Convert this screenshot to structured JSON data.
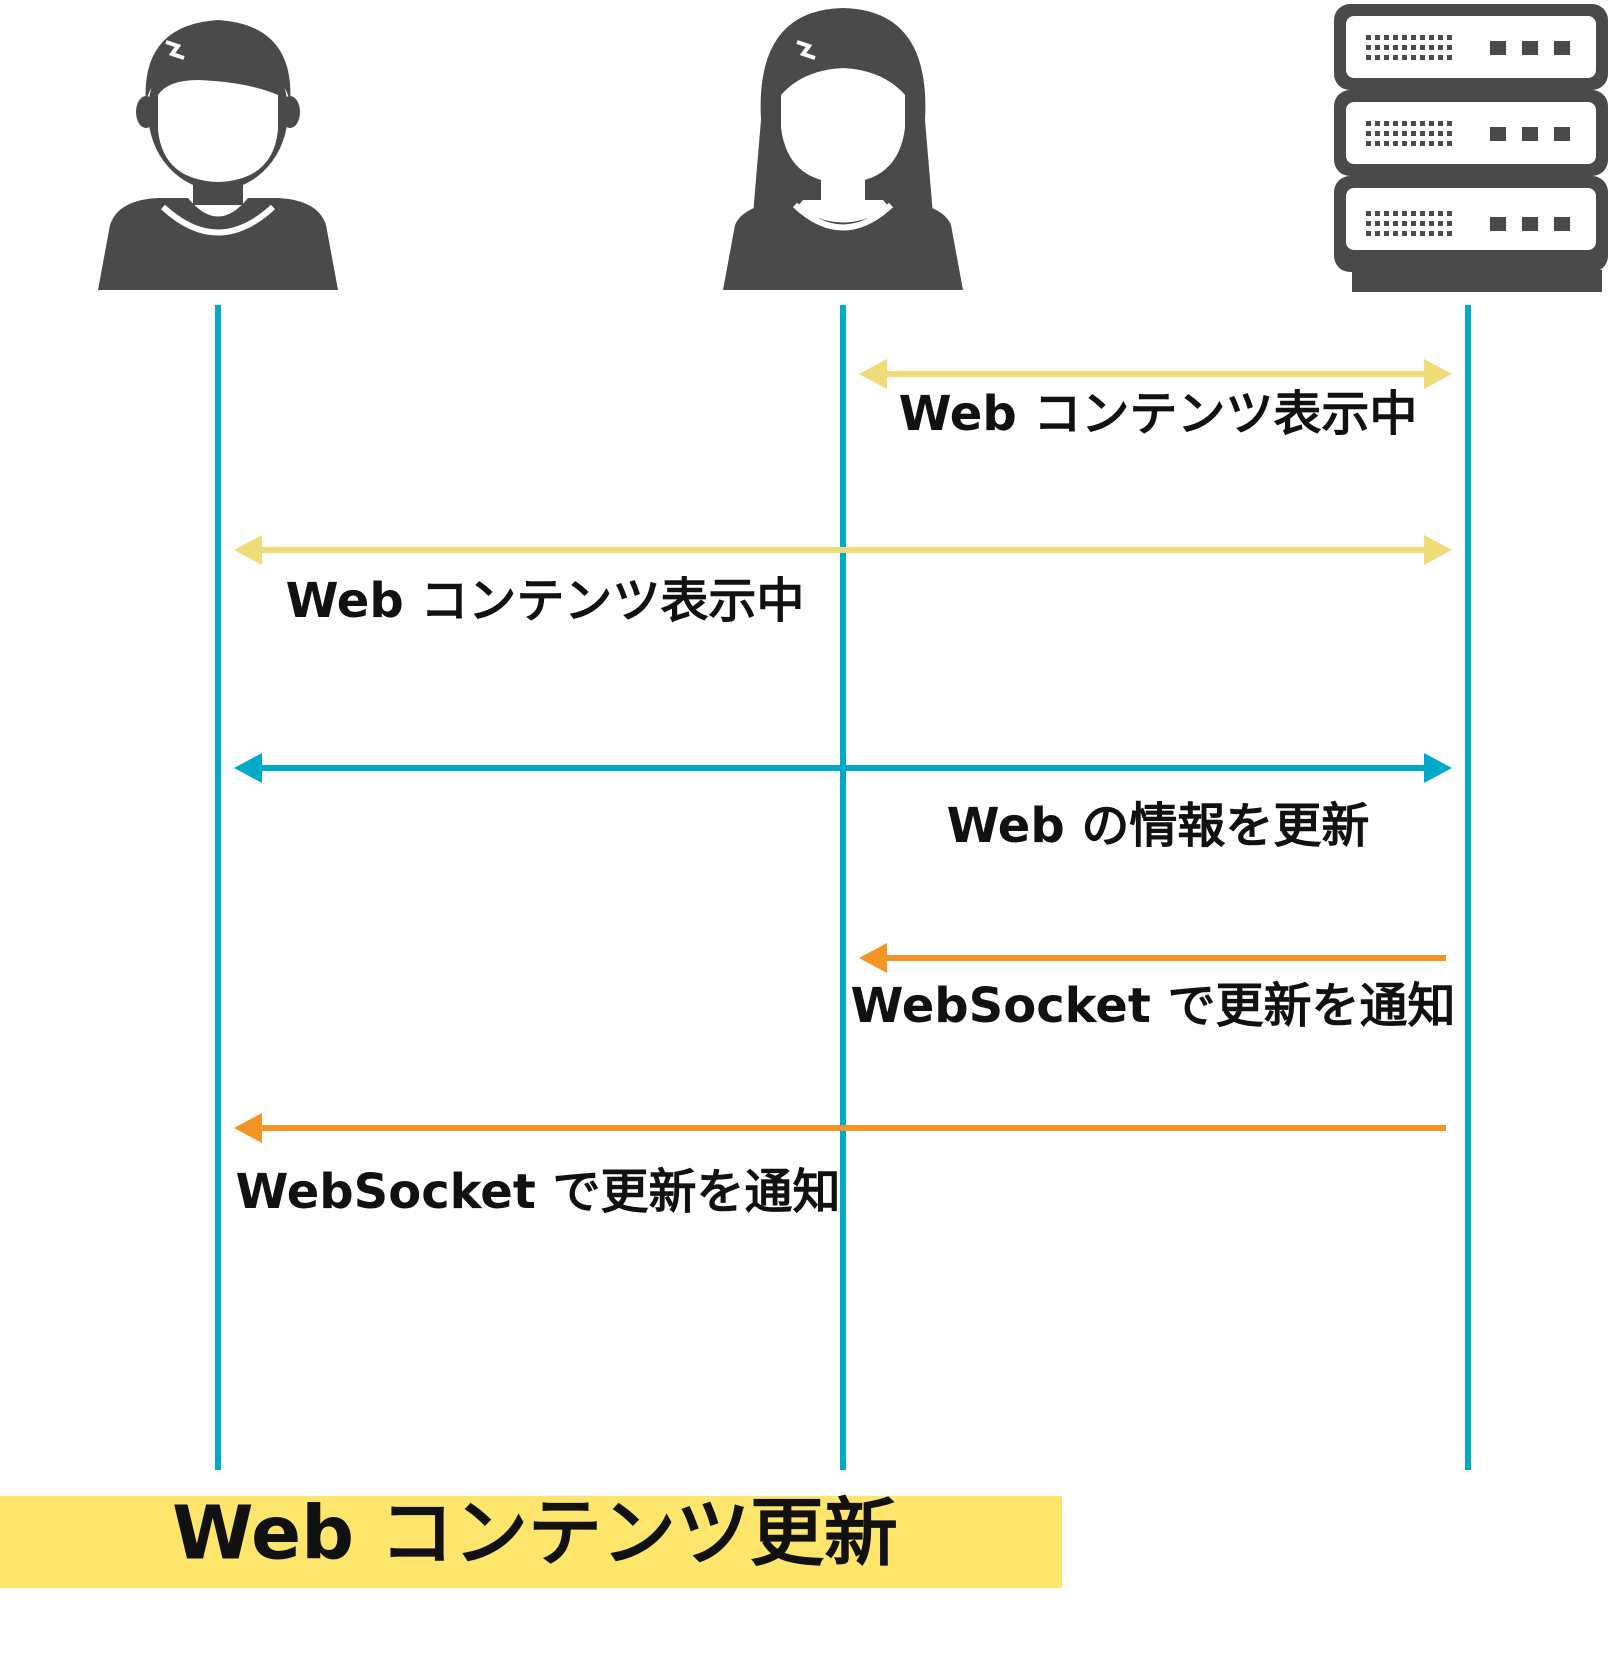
{
  "colors": {
    "lifeline": "#00aac8",
    "icon": "#4a4a4a",
    "yellow_arrow": "#eedc78",
    "blue_arrow": "#00aac8",
    "orange_arrow": "#f39526",
    "title_band": "#fee56c",
    "text": "#111111"
  },
  "actors": [
    {
      "name": "user-male",
      "icon": "person-male-icon"
    },
    {
      "name": "user-female",
      "icon": "person-female-icon"
    },
    {
      "name": "server",
      "icon": "server-rack-icon"
    }
  ],
  "messages": [
    {
      "from": "user-female",
      "to": "server",
      "direction": "both",
      "color": "yellow",
      "label": "Web コンテンツ表示中"
    },
    {
      "from": "user-male",
      "to": "server",
      "direction": "both",
      "color": "yellow",
      "label": "Web コンテンツ表示中"
    },
    {
      "from": "user-male",
      "to": "server",
      "direction": "both",
      "color": "blue",
      "label": "Web の情報を更新"
    },
    {
      "from": "server",
      "to": "user-female",
      "direction": "left",
      "color": "orange",
      "label": "WebSocket で更新を通知"
    },
    {
      "from": "server",
      "to": "user-male",
      "direction": "left",
      "color": "orange",
      "label": "WebSocket で更新を通知"
    }
  ],
  "title": "Web コンテンツ更新"
}
